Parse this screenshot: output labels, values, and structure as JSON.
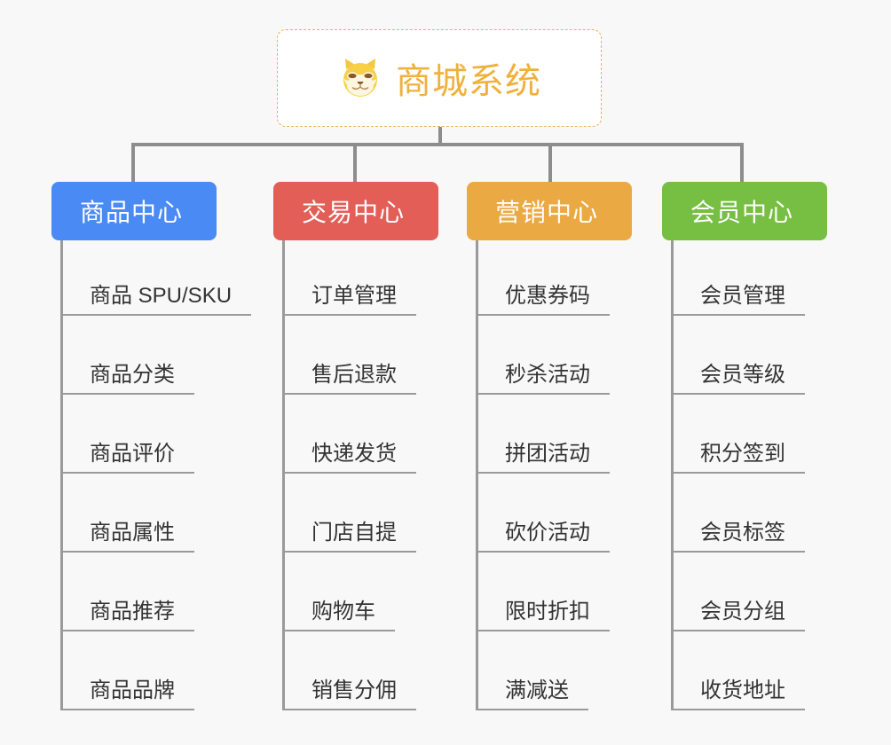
{
  "root": {
    "icon": "shiba-dog-emoji",
    "emoji": "🐶",
    "title": "商城系统",
    "border_color": "#e5b25d",
    "title_color": "#f0b03c"
  },
  "canvas": {
    "background": "#f8f8f8",
    "connector_color": "#8d8d8d"
  },
  "columns": [
    {
      "label": "商品中心",
      "color": "#4a8af4",
      "items": [
        "商品 SPU/SKU",
        "商品分类",
        "商品评价",
        "商品属性",
        "商品推荐",
        "商品品牌"
      ]
    },
    {
      "label": "交易中心",
      "color": "#e45e58",
      "items": [
        "订单管理",
        "售后退款",
        "快递发货",
        "门店自提",
        "购物车",
        "销售分佣"
      ]
    },
    {
      "label": "营销中心",
      "color": "#eaa942",
      "items": [
        "优惠券码",
        "秒杀活动",
        "拼团活动",
        "砍价活动",
        "限时折扣",
        "满减送"
      ]
    },
    {
      "label": "会员中心",
      "color": "#76bf43",
      "items": [
        "会员管理",
        "会员等级",
        "积分签到",
        "会员标签",
        "会员分组",
        "收货地址"
      ]
    }
  ]
}
